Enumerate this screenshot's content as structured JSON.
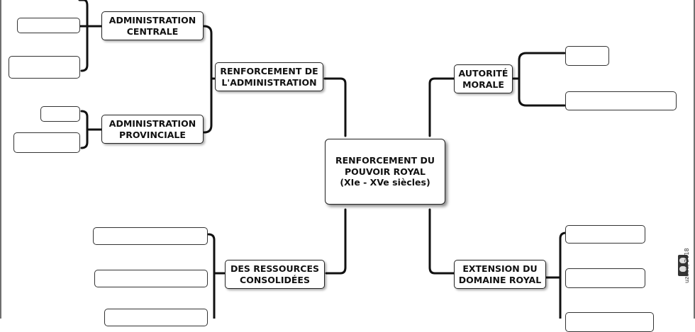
{
  "center": {
    "label": "RENFORCEMENT DU\nPOUVOIR ROYAL\n(XIe - XVe siècles)"
  },
  "branches": {
    "administration": "RENFORCEMENT DE\nL'ADMINISTRATION",
    "admin_centrale": "ADMINISTRATION\nCENTRALE",
    "admin_provinciale": "ADMINISTRATION\nPROVINCIALE",
    "autorite": "AUTORITÉ\nMORALE",
    "ressources": "DES RESSOURCES\nCONSOLIDÉES",
    "domaine": "EXTENSION DU\nDOMAINE ROYAL"
  },
  "credit": "uzeau, 2018"
}
